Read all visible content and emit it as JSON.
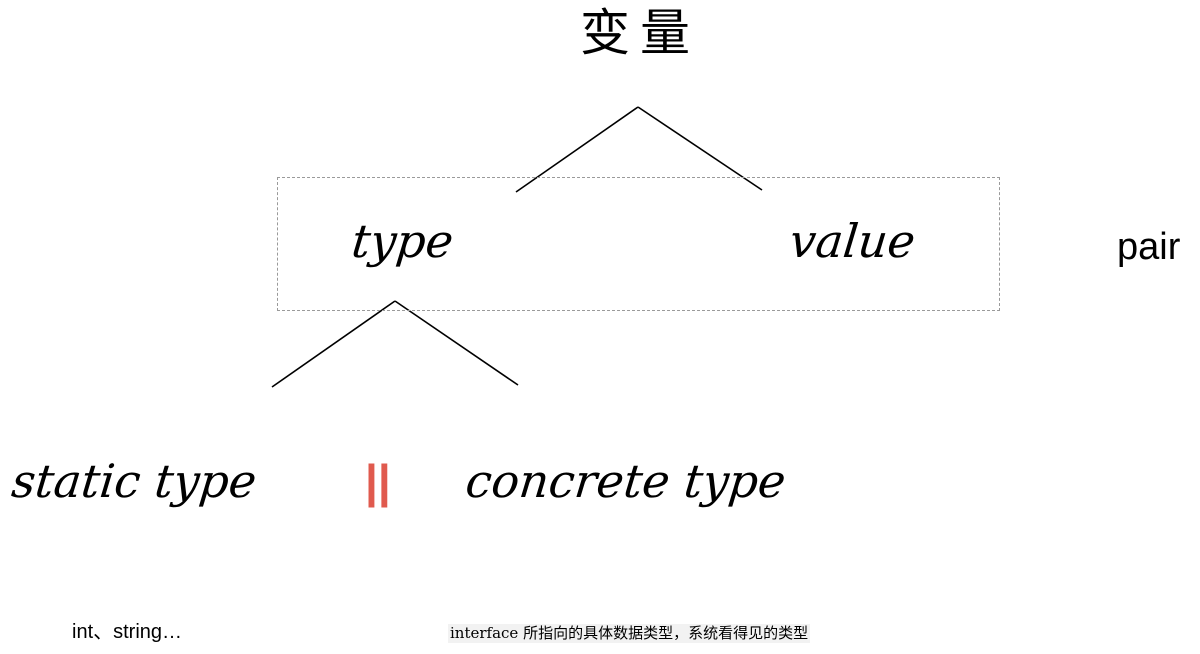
{
  "diagram": {
    "title": "变量",
    "left_label": "type",
    "right_label": "value",
    "box_label": "pair",
    "children": {
      "left": "static type",
      "separator": "||",
      "right": "concrete type"
    },
    "notes": {
      "left": "int、string…",
      "right": "interface 所指向的具体数据类型，系统看得见的类型"
    },
    "colors": {
      "separator": "#e05a4e",
      "lines": "#000000",
      "box_border": "#9a9a9a"
    }
  }
}
